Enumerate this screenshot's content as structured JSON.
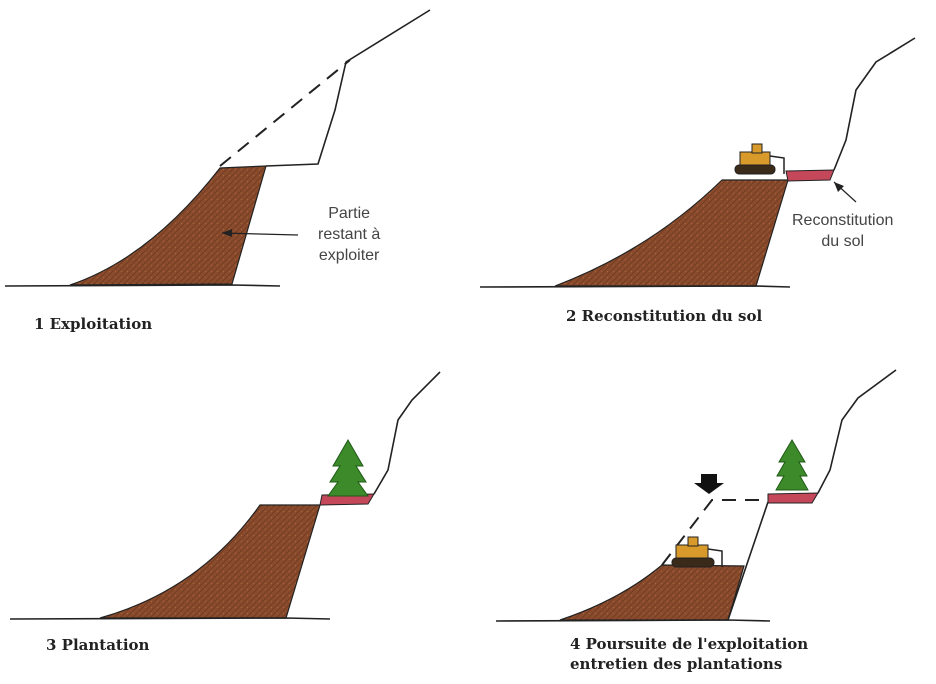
{
  "panels": [
    {
      "caption": "1 Exploitation",
      "annotation_lines": [
        "Partie",
        "restant à",
        "exploiter"
      ]
    },
    {
      "caption": "2 Reconstitution du sol",
      "annotation_lines": [
        "Reconstitution",
        "du sol"
      ]
    },
    {
      "caption": "3 Plantation"
    },
    {
      "caption": "4 Poursuite de l'exploitation",
      "caption_line2": "entretien des plantations"
    }
  ],
  "colors": {
    "soil": "#8a4b2c",
    "soil_dark": "#6e3a20",
    "restored_soil": "#c4485a",
    "tree": "#3d8a2a",
    "tree_dark": "#1f5a17",
    "bulldozer": "#d89a2a",
    "line": "#222222"
  }
}
